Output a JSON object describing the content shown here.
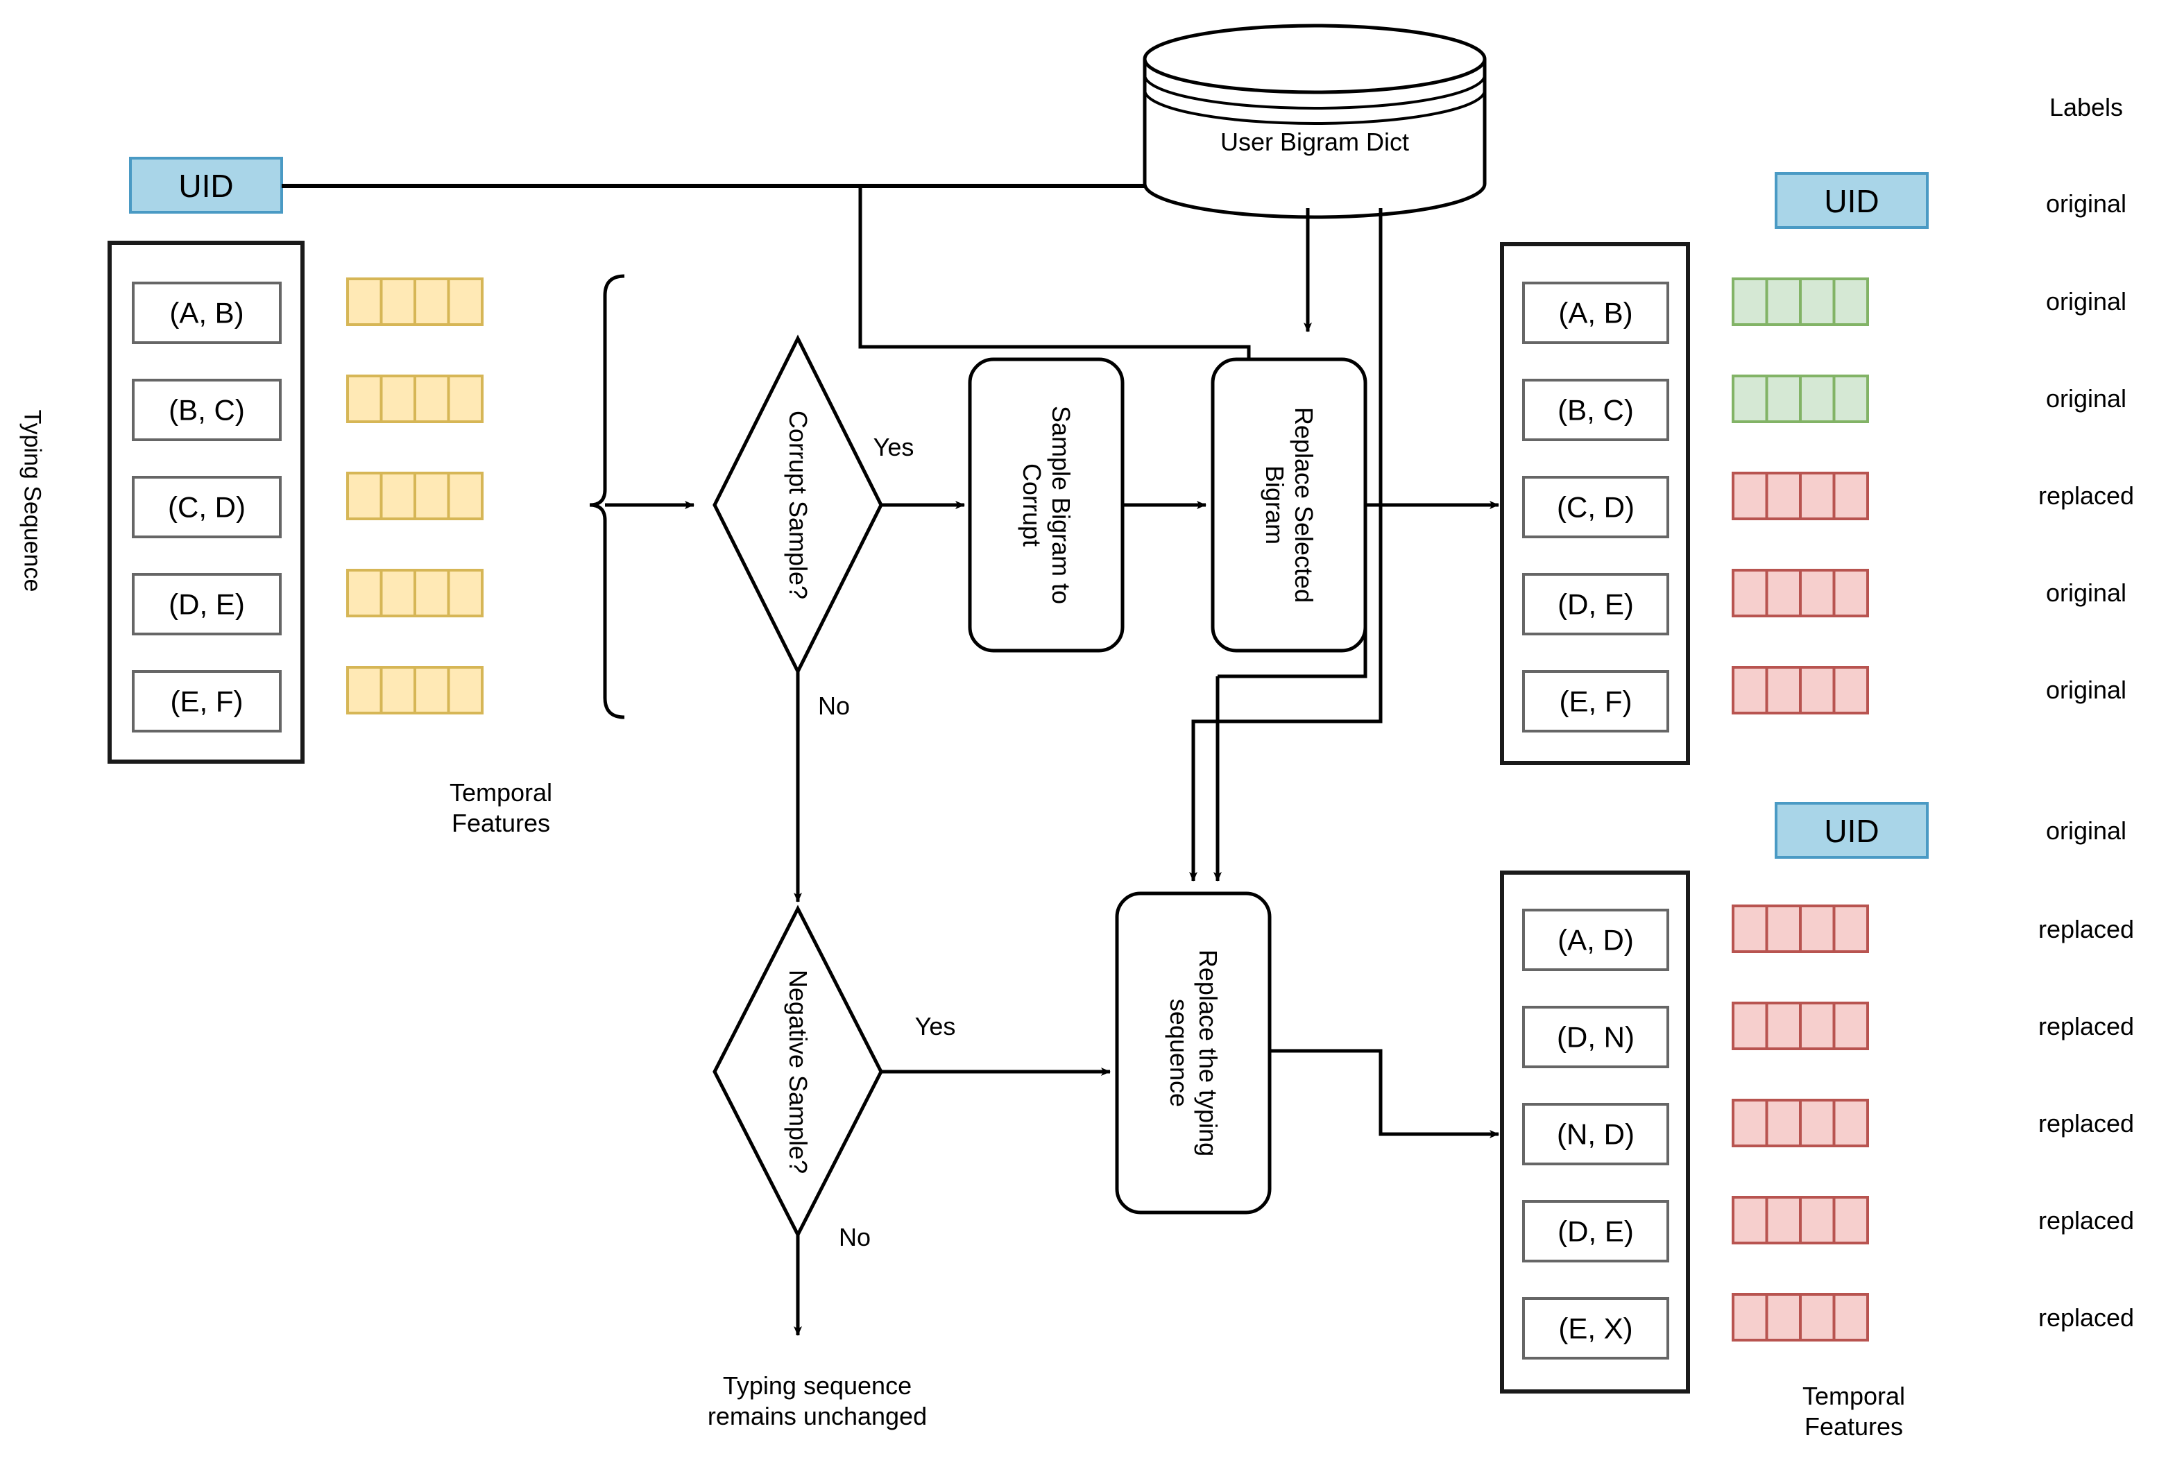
{
  "diagram": {
    "title_labels_column": "Labels",
    "colors": {
      "uid_fill": "#a9d5e8",
      "uid_stroke": "#4a9ac4",
      "yellow_fill": "#ffe9b5",
      "yellow_stroke": "#d6b656",
      "green_fill": "#d5e8d4",
      "green_stroke": "#82b366",
      "red_fill": "#f6cfcd",
      "red_stroke": "#b85450",
      "line": "#000000",
      "box_stroke": "#666666",
      "panel_stroke": "#1a1a1a"
    }
  },
  "input": {
    "uid_label": "UID",
    "sequence_axis_label": "Typing Sequence",
    "temporal_features_label": "Temporal\nFeatures",
    "bigrams": [
      "(A, B)",
      "(B, C)",
      "(C, D)",
      "(D, E)",
      "(E, F)"
    ],
    "feature_cells_per_row": 4,
    "feature_row_color": "yellow"
  },
  "store": {
    "label": "User Bigram Dict",
    "icon": "database-cylinder-icon"
  },
  "flow": {
    "decision_corrupt": "Corrupt Sample?",
    "decision_negative": "Negative Sample?",
    "process_sample_bigram": "Sample Bigram to\nCorrupt",
    "process_replace_bigram": "Replace Selected\nBigram",
    "process_replace_sequence": "Replace the typing\nsequence",
    "edge_yes_1": "Yes",
    "edge_no_1": "No",
    "edge_yes_2": "Yes",
    "edge_no_2": "No",
    "terminal_unchanged": "Typing sequence\nremains unchanged"
  },
  "output_top": {
    "uid_label": "UID",
    "bigrams": [
      "(A, B)",
      "(B, C)",
      "(C, D)",
      "(D, E)",
      "(E, F)"
    ],
    "feature_colors": [
      "green",
      "green",
      "red",
      "red",
      "red"
    ],
    "labels_header": "Labels",
    "uid_row_label": "original",
    "row_labels": [
      "original",
      "original",
      "replaced",
      "original",
      "original"
    ]
  },
  "output_bottom": {
    "uid_label": "UID",
    "bigrams": [
      "(A, D)",
      "(D, N)",
      "(N, D)",
      "(D, E)",
      "(E, X)"
    ],
    "feature_colors": [
      "red",
      "red",
      "red",
      "red",
      "red"
    ],
    "uid_row_label": "original",
    "row_labels": [
      "replaced",
      "replaced",
      "replaced",
      "replaced",
      "replaced"
    ],
    "temporal_features_label": "Temporal\nFeatures"
  }
}
